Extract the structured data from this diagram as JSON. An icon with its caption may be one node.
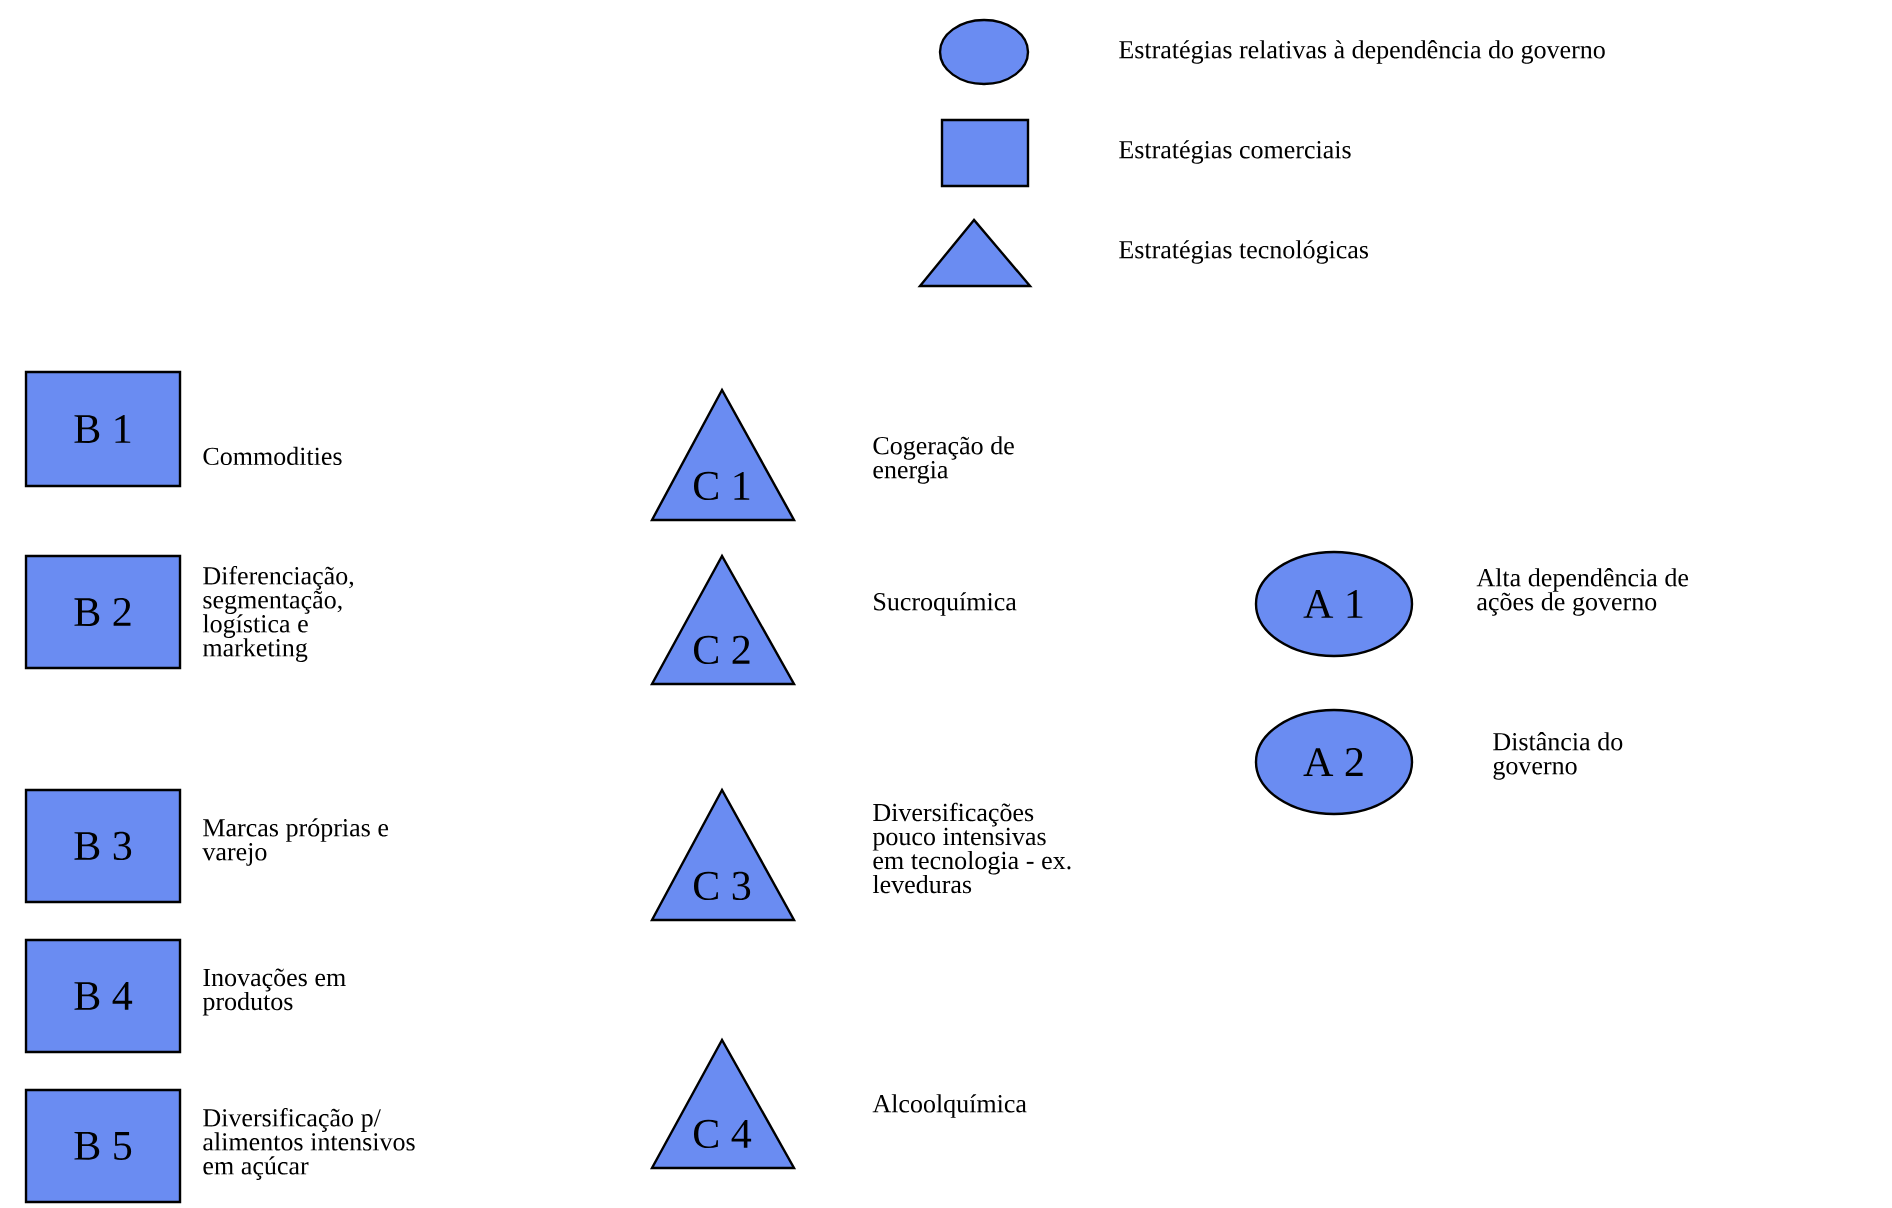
{
  "diagram": {
    "nodes": [
      {
        "text": [
          "B 1"
        ],
        "beside": [
          "Commodities"
        ]
      },
      {
        "text": [
          "B 2"
        ],
        "beside": [
          "Diferenciação, segmentação, logística e marketing"
        ]
      },
      {
        "text": [
          "B 3"
        ],
        "beside": [
          "Marcas próprias e varejo"
        ]
      },
      {
        "text": [
          "B 4"
        ],
        "beside": [
          "Inovações em produtos"
        ]
      },
      {
        "text": [
          "B 5"
        ],
        "beside": [
          "Diversificação p/ alimentos intensivos em açúcar"
        ]
      },
      {
        "text": [
          "C 1"
        ],
        "beside": [
          "Cogeração de energia"
        ]
      },
      {
        "text": [
          "C 2"
        ],
        "beside": [
          "Sucroquímica"
        ]
      },
      {
        "text": [
          "C 3"
        ],
        "beside": [
          "Diversificações pouco intensivas em tecnologia - ex. leveduras"
        ]
      },
      {
        "text": [
          "C 4"
        ],
        "beside": [
          "Alcoolquímica"
        ]
      },
      {
        "text": [
          "A 1"
        ],
        "beside": [
          "Alta dependência de ações de governo"
        ]
      },
      {
        "text": [
          "A 2"
        ],
        "beside": [
          "Distância do governo"
        ]
      }
    ],
    "edges": [],
    "legend": [
      {
        "text": "Estratégias relativas à dependência do governo"
      },
      {
        "text": "Estratégias comerciais"
      },
      {
        "text": "Estratégias tecnológicas"
      }
    ]
  }
}
